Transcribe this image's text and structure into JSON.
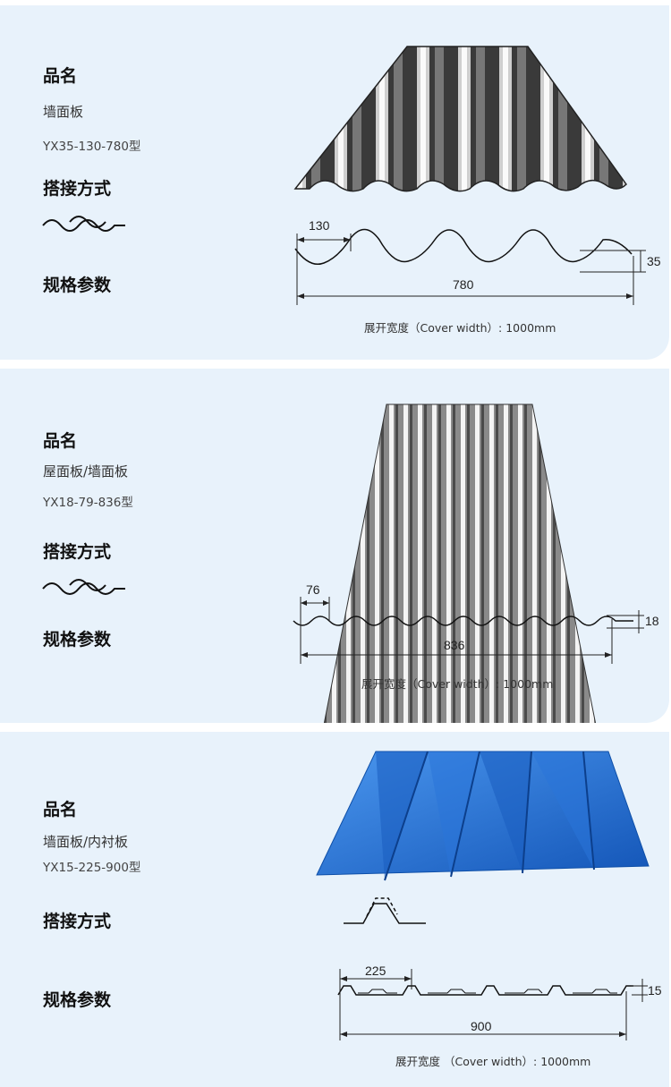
{
  "products": [
    {
      "name_label": "品名",
      "name": "墙面板",
      "model": "YX35-130-780型",
      "overlap_label": "搭接方式",
      "spec_label": "规格参数",
      "pitch": "130",
      "cover": "780",
      "height": "35",
      "cover_width": "展开宽度（Cover width）: 1000mm"
    },
    {
      "name_label": "品名",
      "name": "屋面板/墙面板",
      "model": "YX18-79-836型",
      "overlap_label": "搭接方式",
      "spec_label": "规格参数",
      "pitch": "76",
      "cover": "836",
      "height": "18",
      "cover_width": "展开宽度（Cover width）: 1000mm"
    },
    {
      "name_label": "品名",
      "name": "墙面板/内衬板",
      "model": "YX15-225-900型",
      "overlap_label": "搭接方式",
      "spec_label": "规格参数",
      "pitch": "225",
      "cover": "900",
      "height": "15",
      "cover_width": "展开宽度 （Cover width）: 1000mm"
    }
  ],
  "colors": {
    "panel_bg": "#e8f2fb",
    "silver_dark": "#2a2a2a",
    "silver_light": "#f2f2f2",
    "blue_panel": "#1f6fd0"
  }
}
